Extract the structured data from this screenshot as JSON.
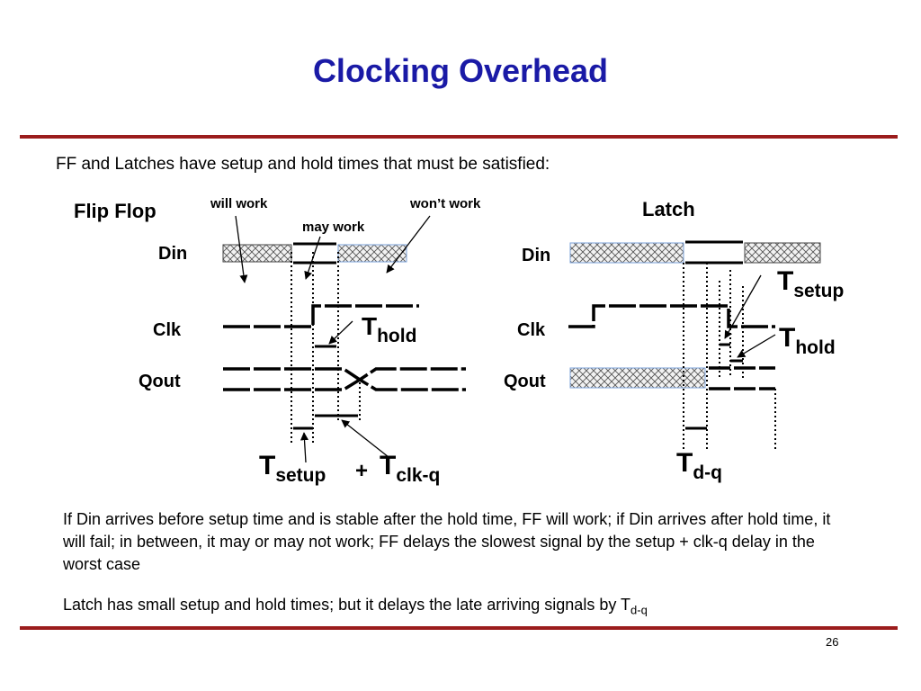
{
  "title": "Clocking Overhead",
  "intro": "FF and Latches have setup and hold times that must be satisfied:",
  "ff": {
    "heading": "Flip Flop",
    "will_work": "will work",
    "may_work": "may work",
    "wont_work": "won’t work",
    "din": "Din",
    "clk": "Clk",
    "qout": "Qout",
    "thold_T": "T",
    "thold_sub": "hold",
    "tsetup_T": "T",
    "tsetup_sub": "setup",
    "plus": "+",
    "tclkq_T": "T",
    "tclkq_sub": "clk-q"
  },
  "latch": {
    "heading": "Latch",
    "din": "Din",
    "clk": "Clk",
    "qout": "Qout",
    "tsetup_T": "T",
    "tsetup_sub": "setup",
    "thold_T": "T",
    "thold_sub": "hold",
    "tdq_T": "T",
    "tdq_sub": "d-q"
  },
  "para1": "If Din arrives before setup time and is stable after the hold time, FF will work; if Din arrives after hold time, it will fail; in between, it may or may not work; FF delays the slowest signal by the setup + clk-q delay in the worst case",
  "para2_main": "Latch has small setup and hold times; but it delays the late arriving signals by T",
  "para2_sub": "d-q",
  "page_number": "26",
  "colors": {
    "title": "#1a1aa6",
    "rule": "#9b1c1c"
  }
}
